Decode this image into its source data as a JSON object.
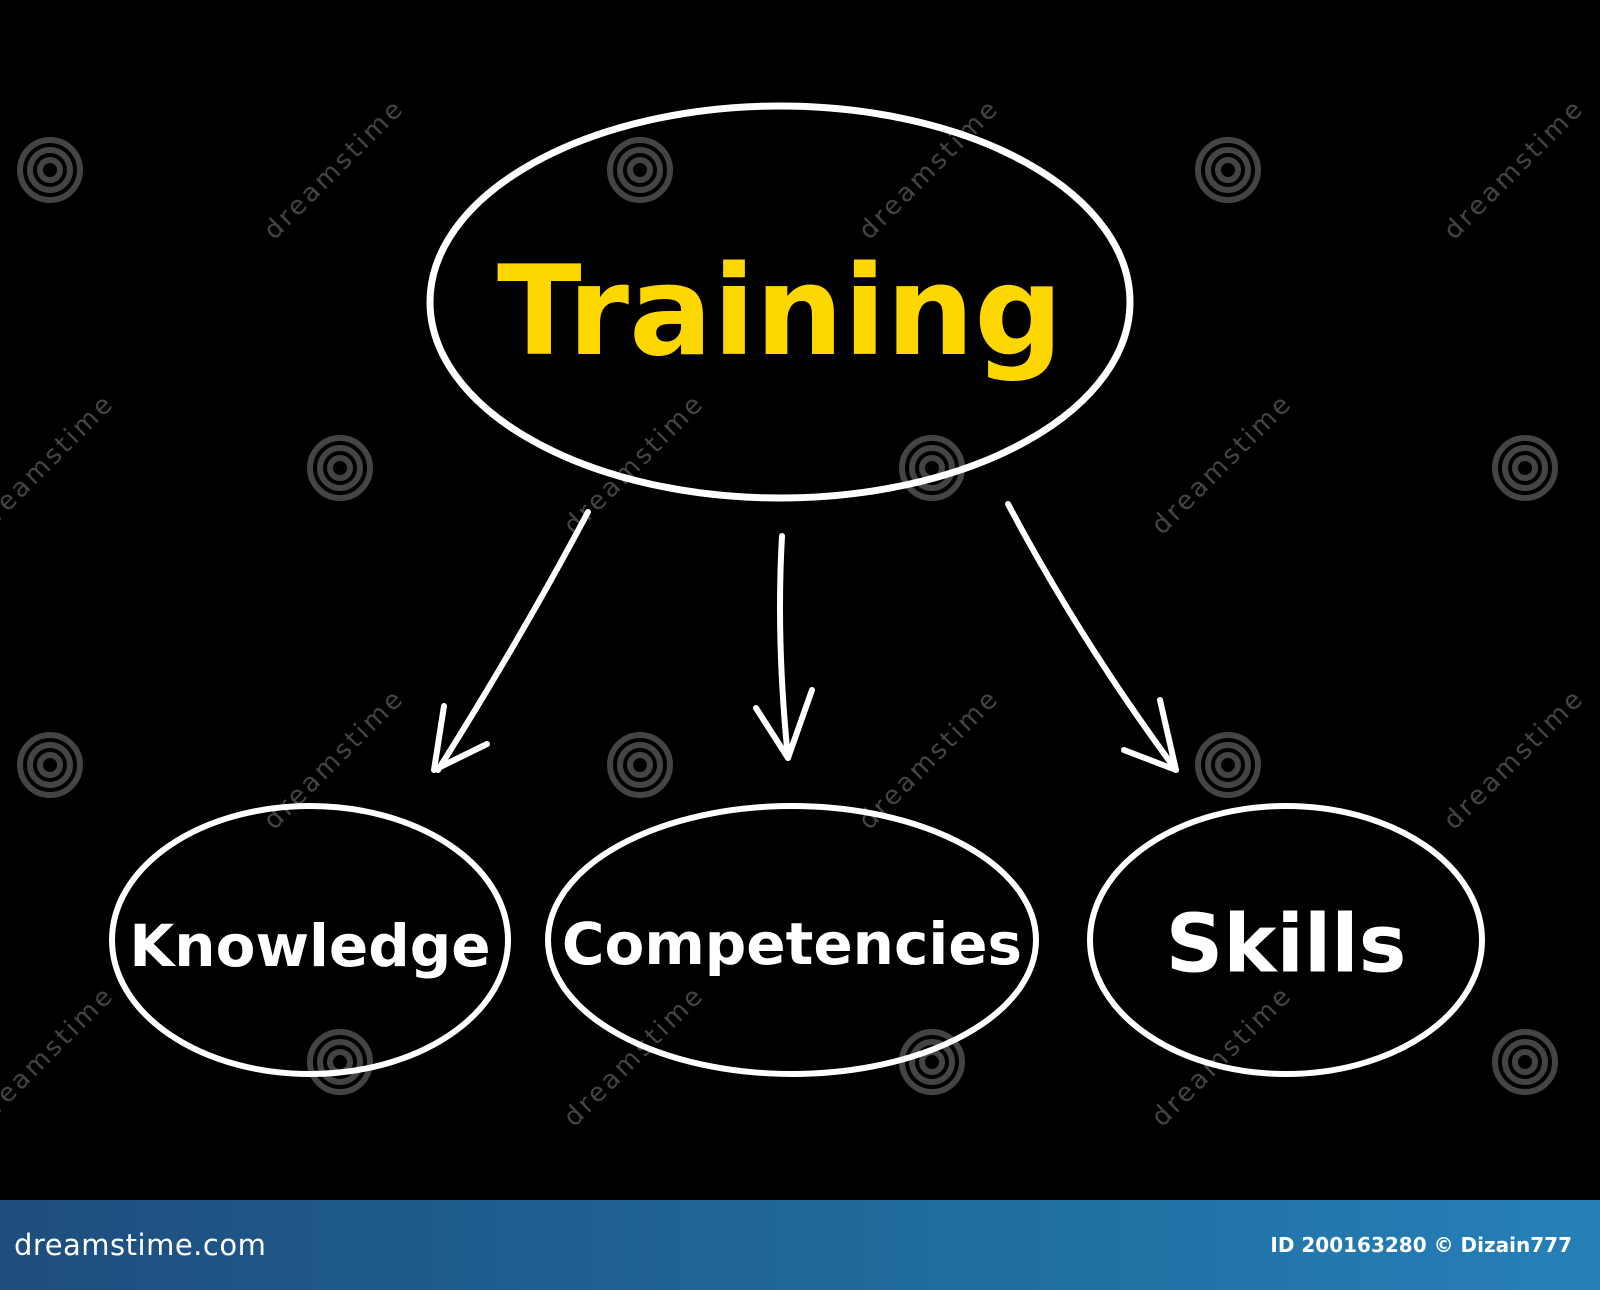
{
  "diagram": {
    "root": {
      "label": "Training",
      "color": "#ffd700"
    },
    "children": [
      {
        "label": "Knowledge"
      },
      {
        "label": "Competencies"
      },
      {
        "label": "Skills"
      }
    ],
    "line_color": "#ffffff",
    "background": "#000000"
  },
  "watermark": {
    "text": "dreamstime",
    "icon": "spiral-logo-icon"
  },
  "footer": {
    "brand": "dreamstime.com",
    "credit": "ID 200163280 © Dizain777"
  }
}
